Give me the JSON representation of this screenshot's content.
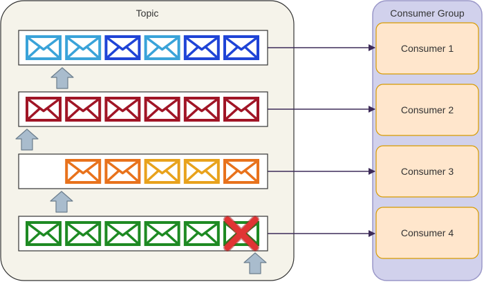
{
  "topic": {
    "title": "Topic"
  },
  "consumer_group": {
    "title": "Consumer Group",
    "consumers": [
      {
        "label": "Consumer 1"
      },
      {
        "label": "Consumer 2"
      },
      {
        "label": "Consumer 3"
      },
      {
        "label": "Consumer 4"
      }
    ]
  },
  "partitions": [
    {
      "messages": [
        "#3aa3d9",
        "#3aa3d9",
        "#1f44d6",
        "#3aa3d9",
        "#1f44d6",
        "#1f44d6"
      ],
      "consumed_slots": 0
    },
    {
      "messages": [
        "#a01526",
        "#a01526",
        "#a01526",
        "#a01526",
        "#a01526",
        "#a01526"
      ],
      "consumed_slots": 0
    },
    {
      "messages": [
        "#e8721c",
        "#e8721c",
        "#e8a21c",
        "#e8a21c",
        "#e8721c"
      ],
      "consumed_slots": 0
    },
    {
      "messages": [
        "#1e8a23",
        "#1e8a23",
        "#1e8a23",
        "#1e8a23",
        "#1e8a23",
        "#1e8a23"
      ],
      "consumed_slots": 0,
      "failed_index": 5
    }
  ],
  "colors": {
    "topic_fill": "#f5f3ea",
    "group_fill": "#d1d1ec",
    "group_stroke": "#9a97c8",
    "consumer_fill": "#ffe6cc",
    "consumer_stroke": "#d79b00",
    "pointer_fill": "#a9bccd",
    "pointer_stroke": "#6b7d8c",
    "connector": "#3d2b59",
    "error": "#e03434"
  },
  "icons": {
    "message": "envelope-icon",
    "pointer": "up-arrow-icon",
    "failure": "red-x-icon"
  }
}
